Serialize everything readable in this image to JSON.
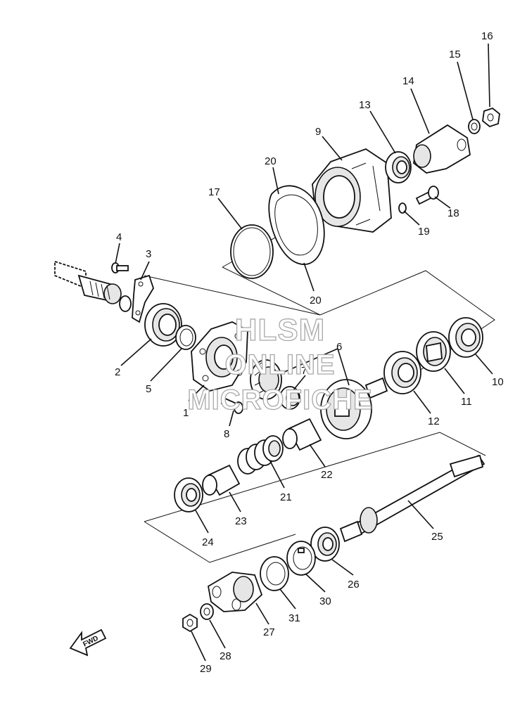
{
  "callouts": {
    "c1": "1",
    "c2": "2",
    "c3": "3",
    "c4": "4",
    "c5": "5",
    "c6": "6",
    "c7": "7",
    "c8": "8",
    "c9": "9",
    "c10": "10",
    "c11": "11",
    "c12": "12",
    "c13": "13",
    "c14": "14",
    "c15": "15",
    "c16": "16",
    "c17": "17",
    "c18": "18",
    "c19": "19",
    "c20a": "20",
    "c20b": "20",
    "c21": "21",
    "c22": "22",
    "c23": "23",
    "c24": "24",
    "c25": "25",
    "c26": "26",
    "c27": "27",
    "c28": "28",
    "c29": "29",
    "c30": "30",
    "c31": "31"
  },
  "watermark": {
    "line1": "HLSM",
    "line2": "ONLINE",
    "line3": "MICROFICHE"
  },
  "fwd_label": "FWD"
}
